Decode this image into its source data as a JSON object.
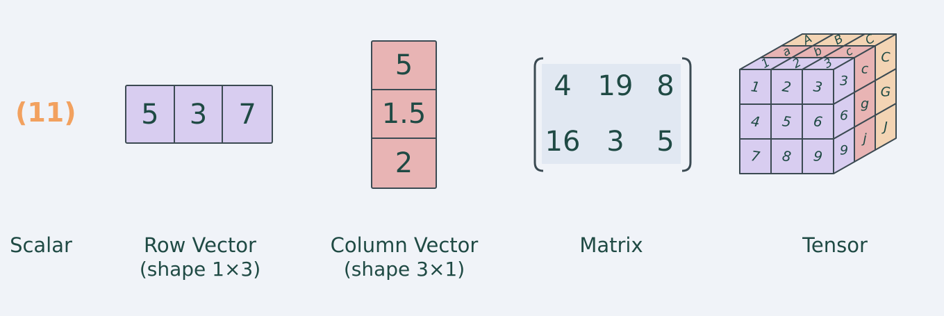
{
  "scalar": {
    "value": "(11)",
    "label": "Scalar"
  },
  "row_vector": {
    "values": [
      "5",
      "3",
      "7"
    ],
    "label": "Row Vector",
    "shape": "(shape 1×3)"
  },
  "column_vector": {
    "values": [
      "5",
      "1.5",
      "2"
    ],
    "label": "Column Vector",
    "shape": "(shape 3×1)"
  },
  "matrix": {
    "values": [
      "4",
      "19",
      "8",
      "16",
      "3",
      "5"
    ],
    "label": "Matrix"
  },
  "tensor": {
    "label": "Tensor",
    "front": [
      "1",
      "2",
      "3",
      "4",
      "5",
      "6",
      "7",
      "8",
      "9"
    ],
    "top_row_front": [
      "1",
      "2",
      "3"
    ],
    "top_row_mid": [
      "a",
      "b",
      "c"
    ],
    "top_row_back": [
      "A",
      "B",
      "C"
    ],
    "right_mid": [
      "c",
      "g",
      "j"
    ],
    "right_back": [
      "C",
      "G",
      "J"
    ],
    "colors": {
      "front": "#d8cdf0",
      "mid": "#e8b4b4",
      "back": "#f3d4b4"
    }
  },
  "colors": {
    "text": "#1f4a44",
    "scalar": "#f2a15f",
    "row": "#d8cdf0",
    "col": "#e8b4b4"
  }
}
